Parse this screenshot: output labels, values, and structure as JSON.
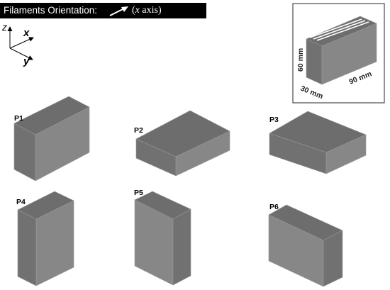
{
  "header": {
    "label": "Filaments Orientation:",
    "axis_open": "(",
    "axis_var": "x",
    "axis_rest": " axis)"
  },
  "axes": {
    "z": "z",
    "x": "x",
    "y": "y"
  },
  "inset": {
    "height": "60 mm",
    "depth": "30 mm",
    "width": "90 mm",
    "dots": "..."
  },
  "parts": [
    {
      "label": "P1"
    },
    {
      "label": "P2"
    },
    {
      "label": "P3"
    },
    {
      "label": "P4"
    },
    {
      "label": "P5"
    },
    {
      "label": "P6"
    }
  ],
  "colors": {
    "header_bg": "#000000",
    "header_text": "#ffffff",
    "box_top": "#6d6d6d",
    "box_front": "#878787",
    "box_side": "#717171",
    "box_edge": "#9a9a9a",
    "inset_border": "#4a4a4a",
    "filament_line": "#ffffff"
  }
}
